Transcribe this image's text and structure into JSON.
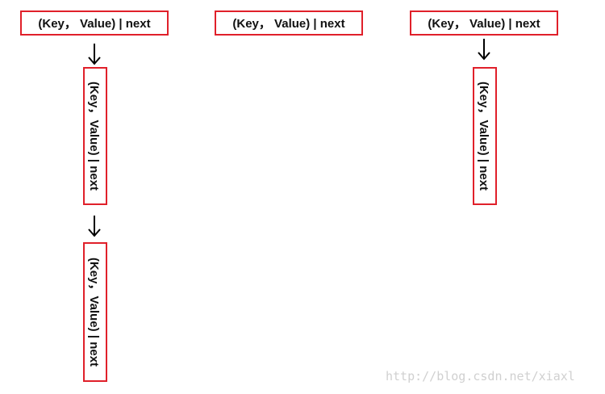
{
  "nodes": {
    "bucket_1": "(Key， Value) | next",
    "bucket_1_chain_1": "(Key，Value) | next",
    "bucket_1_chain_2": "(Key，Value) | next",
    "bucket_2": "(Key， Value) | next",
    "bucket_3": "(Key， Value) | next",
    "bucket_3_chain_1": "(Key，Value) | next"
  },
  "watermark": "http://blog.csdn.net/xiaxl",
  "colors": {
    "node_border": "#e0202a",
    "text": "#111111",
    "arrow": "#000000",
    "watermark": "#d0d0d0"
  }
}
